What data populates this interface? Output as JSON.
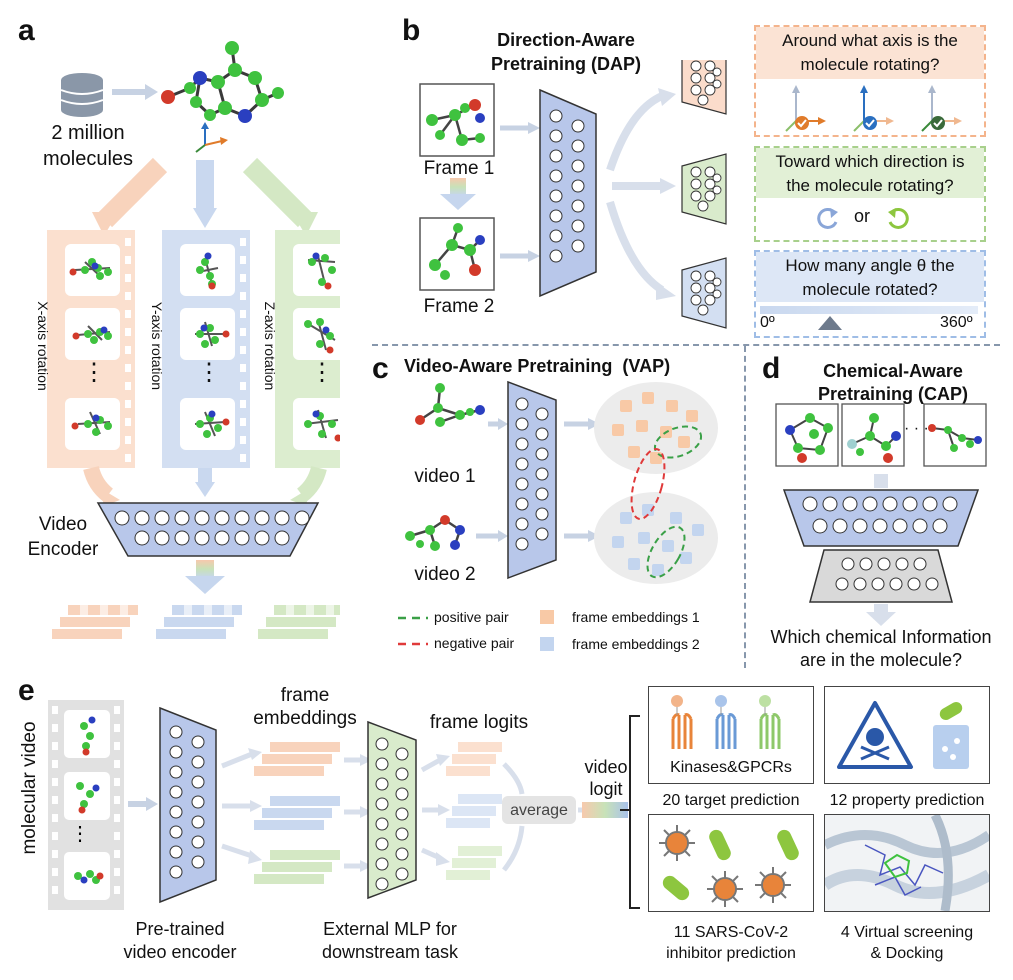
{
  "panel_labels": {
    "a": "a",
    "b": "b",
    "c": "c",
    "d": "d",
    "e": "e"
  },
  "panel_a": {
    "dataset_label": "2 million\nmolecules",
    "film_labels": [
      "X-axis rotation",
      "Y-axis rotation",
      "Z-axis rotation"
    ],
    "encoder_label": "Video\nEncoder",
    "ellipsis": "⋮"
  },
  "panel_b": {
    "title": "Direction-Aware\nPretraining (DAP)",
    "frame1": "Frame 1",
    "frame2": "Frame 2",
    "q1": "Around what axis is the\nmolecule rotating?",
    "q2": "Toward which direction is\nthe molecule rotating?",
    "q2_or": "or",
    "q3": "How many angle θ the\nmolecule rotated?",
    "angle_min": "0º",
    "angle_max": "360º",
    "colors": {
      "orange": "#f7ccb0",
      "green": "#c9e4b4",
      "blue": "#c6d6ee"
    }
  },
  "panel_c": {
    "title": "Video-Aware Pretraining  (VAP)",
    "video1": "video 1",
    "video2": "video 2",
    "legend": {
      "positive": "positive pair",
      "negative": "negative pair",
      "emb1": "frame embeddings 1",
      "emb2": "frame embeddings 2"
    }
  },
  "panel_d": {
    "title": "Chemical-Aware\nPretraining (CAP)",
    "question": "Which chemical Information\nare in the molecule?",
    "dots": "· · ·"
  },
  "panel_e": {
    "side_label": "molecular video",
    "frame_embeddings": "frame\nembeddings",
    "frame_logits": "frame logits",
    "average": "average",
    "video_logit": "video\nlogit",
    "encoder_caption": "Pre-trained\nvideo encoder",
    "mlp_caption": "External MLP for\ndownstream task",
    "kinase_label": "Kinases&GPCRs",
    "tasks": [
      "20 target prediction",
      "12 property prediction",
      "11 SARS-CoV-2\ninhibitor prediction",
      "4 Virtual screening\n& Docking"
    ]
  }
}
